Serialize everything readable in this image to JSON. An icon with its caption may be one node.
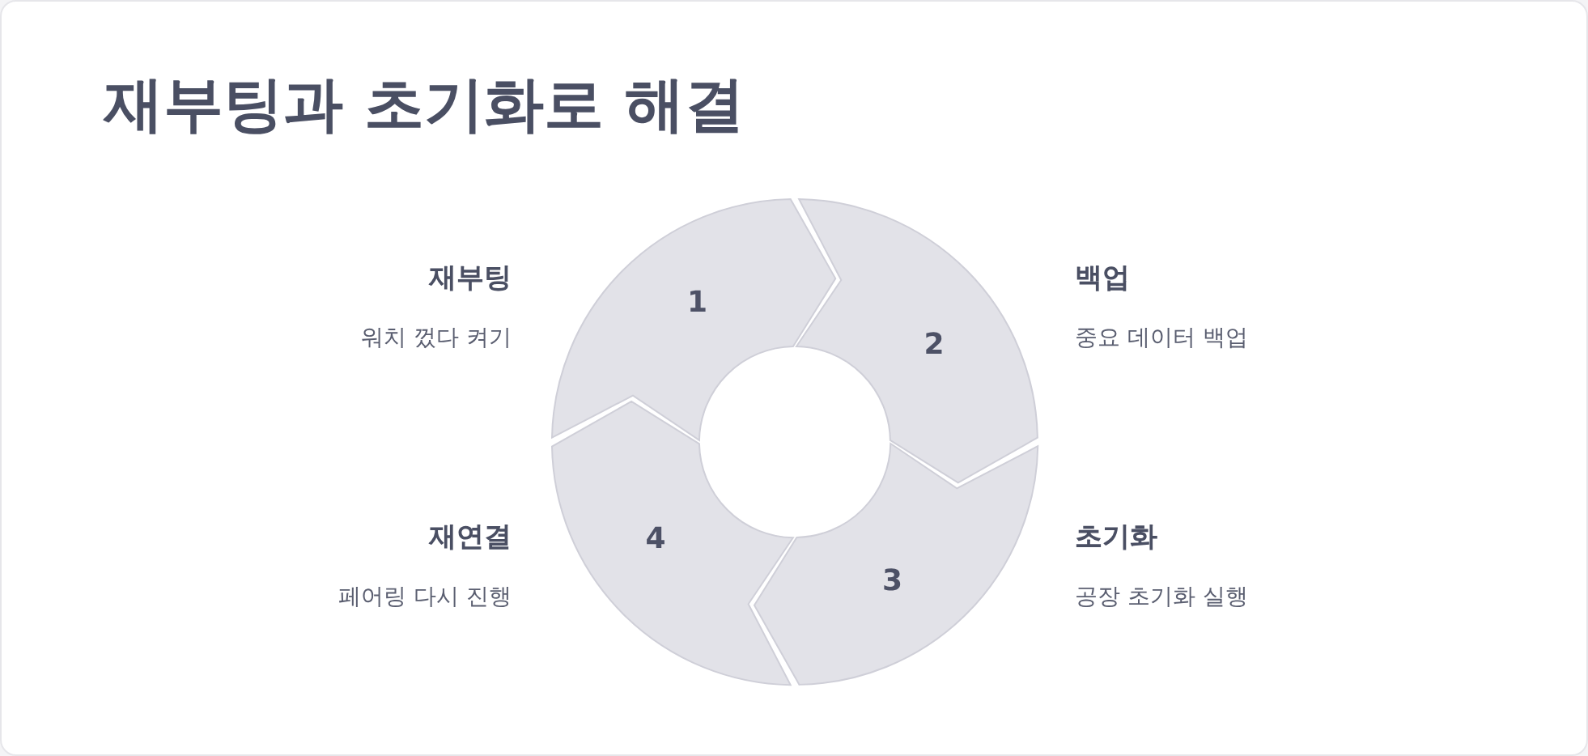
{
  "diagram": {
    "title": "재부팅과 초기화로 해결",
    "nodes": [
      {
        "text": [
          "1"
        ],
        "beside": [
          "재부팅",
          "워치 껐다 켜기"
        ]
      },
      {
        "text": [
          "2"
        ],
        "beside": [
          "백업",
          "중요 데이터 백업"
        ]
      },
      {
        "text": [
          "3"
        ],
        "beside": [
          "초기화",
          "공장 초기화 실행"
        ]
      },
      {
        "text": [
          "4"
        ],
        "beside": [
          "재연결",
          "페어링 다시 진행"
        ]
      }
    ]
  }
}
